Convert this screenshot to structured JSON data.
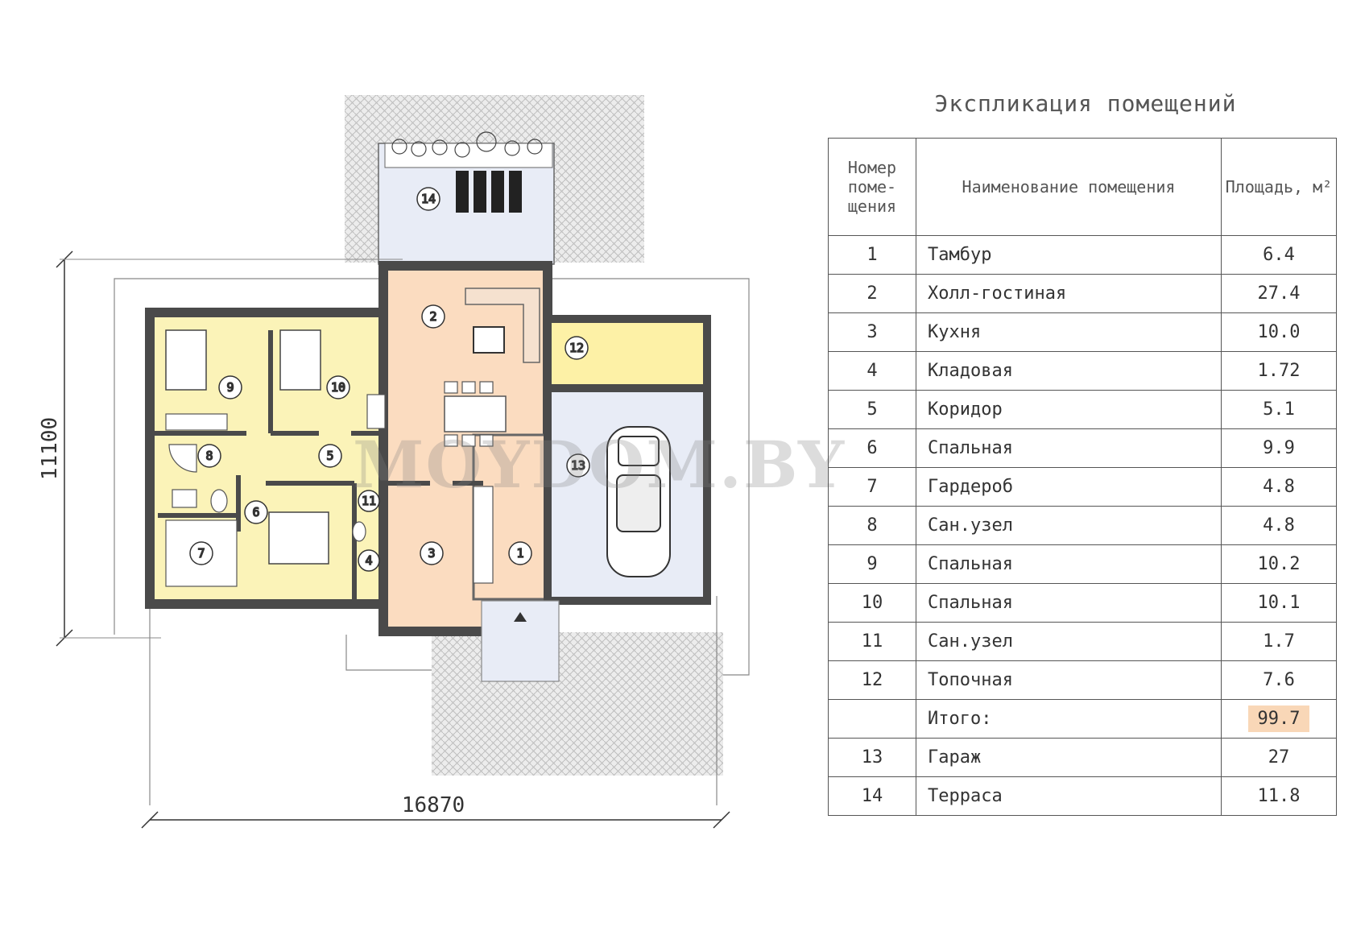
{
  "plan": {
    "dimension_width": "16870",
    "dimension_height": "11100",
    "room_labels": [
      "1",
      "2",
      "3",
      "4",
      "5",
      "6",
      "7",
      "8",
      "9",
      "10",
      "11",
      "12",
      "13",
      "14"
    ],
    "colors": {
      "living": "#fbdcc0",
      "bedroom": "#fbf3b8",
      "utility": "#fdf1a6",
      "garage": "#e8ecf6",
      "terrace": "#e8ecf6",
      "wall": "#4a4a4a",
      "paving": "#c7c7c7"
    }
  },
  "watermark": "MOYDOM.BY",
  "explication": {
    "title": "Экспликация помещений",
    "headers": {
      "number": "Номер поме- щения",
      "name": "Наименование помещения",
      "area": "Площадь, м²"
    },
    "rows": [
      {
        "num": "1",
        "name": "Тамбур",
        "area": "6.4"
      },
      {
        "num": "2",
        "name": "Холл-гостиная",
        "area": "27.4"
      },
      {
        "num": "3",
        "name": "Кухня",
        "area": "10.0"
      },
      {
        "num": "4",
        "name": "Кладовая",
        "area": "1.72"
      },
      {
        "num": "5",
        "name": "Коридор",
        "area": "5.1"
      },
      {
        "num": "6",
        "name": "Спальная",
        "area": "9.9"
      },
      {
        "num": "7",
        "name": "Гардероб",
        "area": "4.8"
      },
      {
        "num": "8",
        "name": "Сан.узел",
        "area": "4.8"
      },
      {
        "num": "9",
        "name": "Спальная",
        "area": "10.2"
      },
      {
        "num": "10",
        "name": "Спальная",
        "area": "10.1"
      },
      {
        "num": "11",
        "name": "Сан.узел",
        "area": "1.7"
      },
      {
        "num": "12",
        "name": "Топочная",
        "area": "7.6"
      },
      {
        "num": "",
        "name": "Итого:",
        "area": "99.7"
      },
      {
        "num": "13",
        "name": "Гараж",
        "area": "27"
      },
      {
        "num": "14",
        "name": "Терраса",
        "area": "11.8"
      }
    ]
  }
}
